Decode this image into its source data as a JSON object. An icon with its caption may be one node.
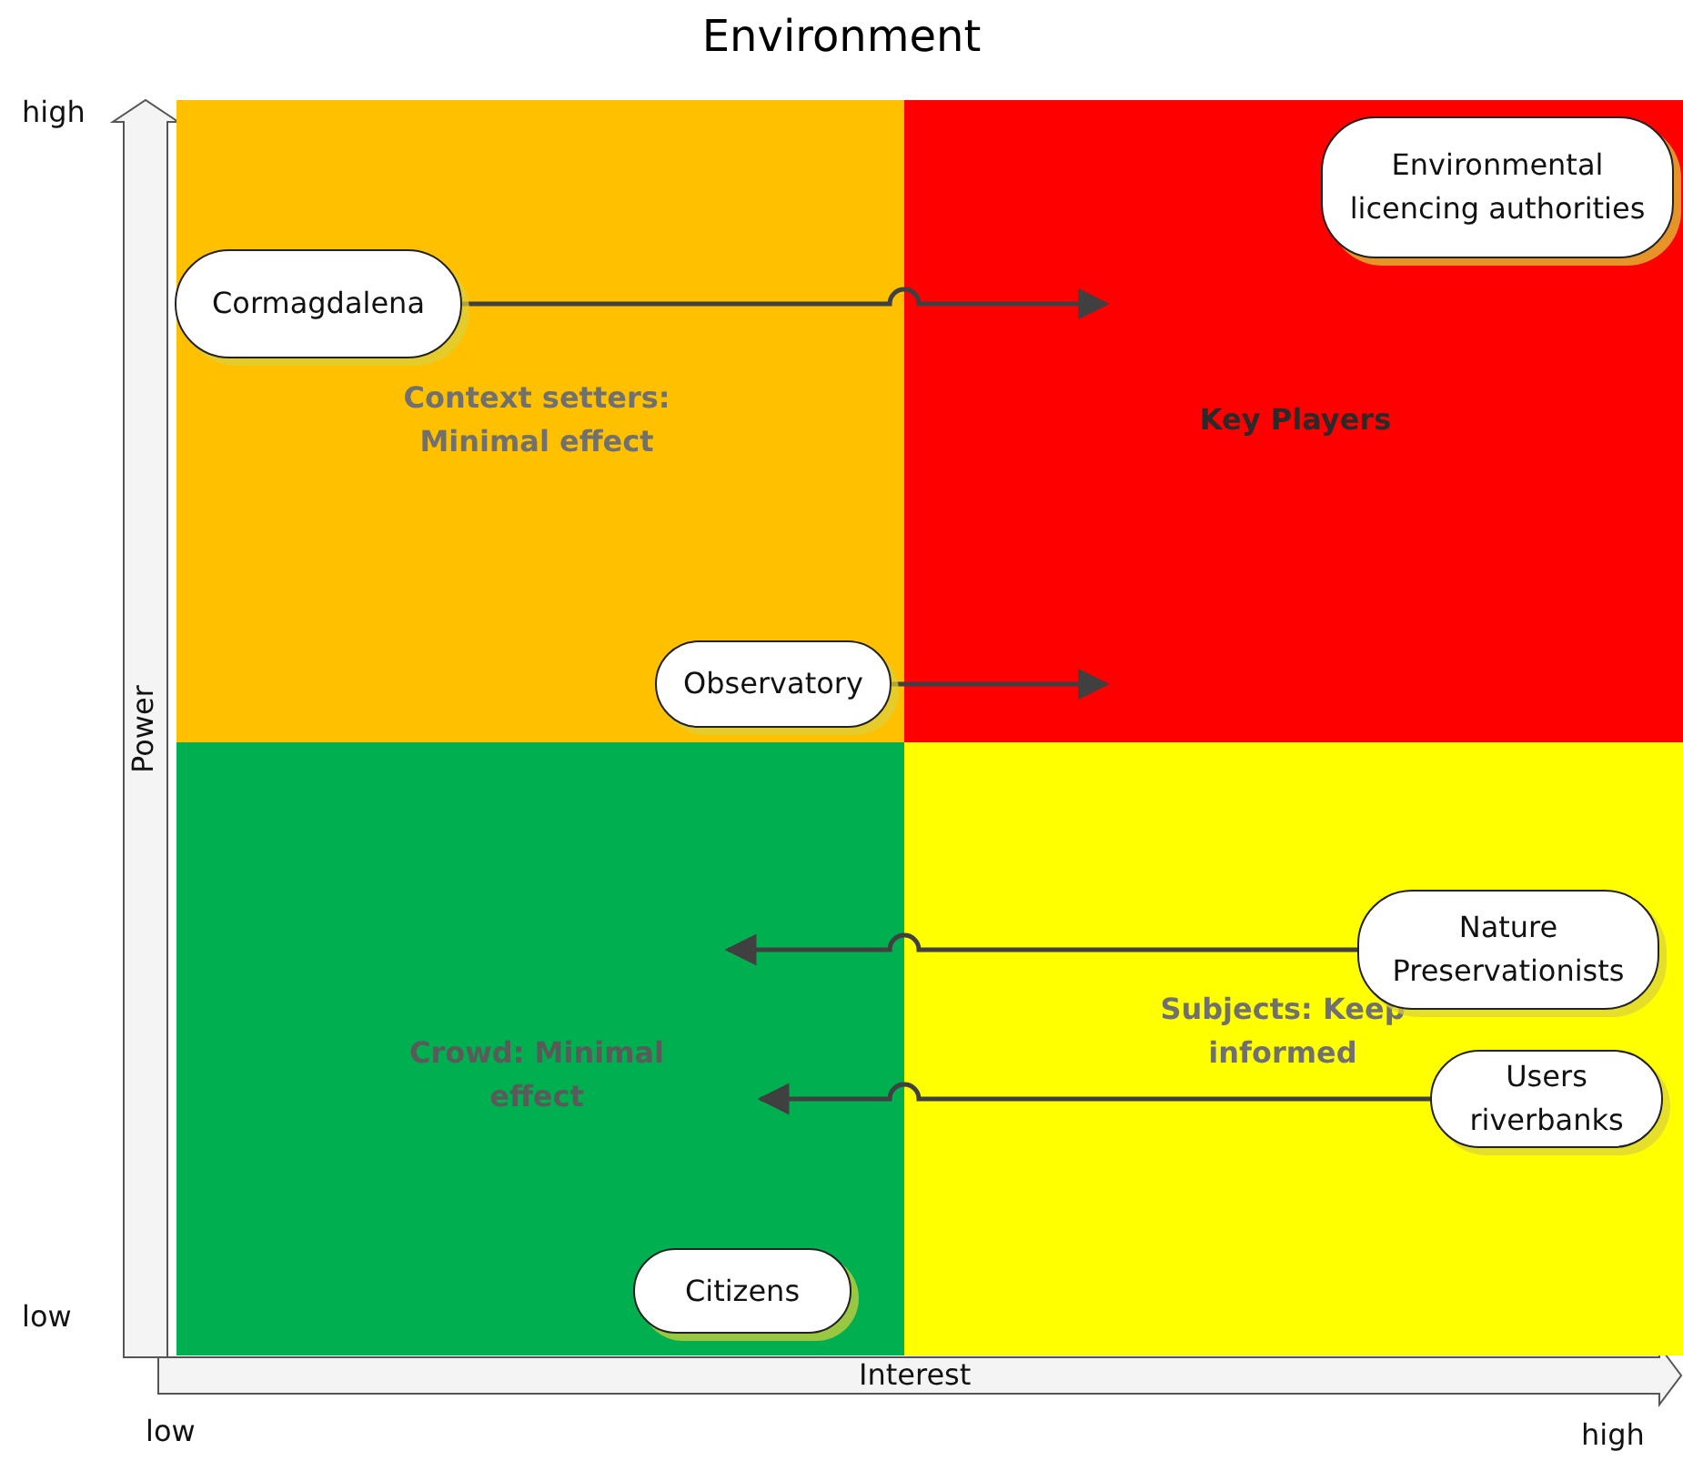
{
  "diagram": {
    "title": "Environment",
    "nodes": [
      {
        "text": [
          "Context setters: Minimal effect"
        ]
      },
      {
        "text": [
          "Cormagdalena"
        ],
        "in": 0
      },
      {
        "text": [
          "Observatory"
        ],
        "in": 0
      },
      {
        "text": [
          "Key Players"
        ]
      },
      {
        "text": [
          "Environmental licencing authorities"
        ],
        "in": 3
      },
      {
        "text": [
          "Crowd: Minimal effect"
        ]
      },
      {
        "text": [
          "Citizens"
        ],
        "in": 5
      },
      {
        "text": [
          "Subjects: Keep informed"
        ]
      },
      {
        "text": [
          "Nature Preservationists"
        ],
        "in": 7
      },
      {
        "text": [
          "Users riverbanks"
        ],
        "in": 7
      }
    ],
    "edges": [
      {
        "from": 1,
        "to": null,
        "arrow": "to"
      },
      {
        "from": 2,
        "to": null,
        "arrow": "to"
      },
      {
        "from": 8,
        "to": null,
        "arrow": "to"
      },
      {
        "from": 9,
        "to": null,
        "arrow": "to"
      }
    ],
    "labels": [
      "high",
      "Power",
      "low",
      "Interest",
      "low",
      "high"
    ]
  }
}
